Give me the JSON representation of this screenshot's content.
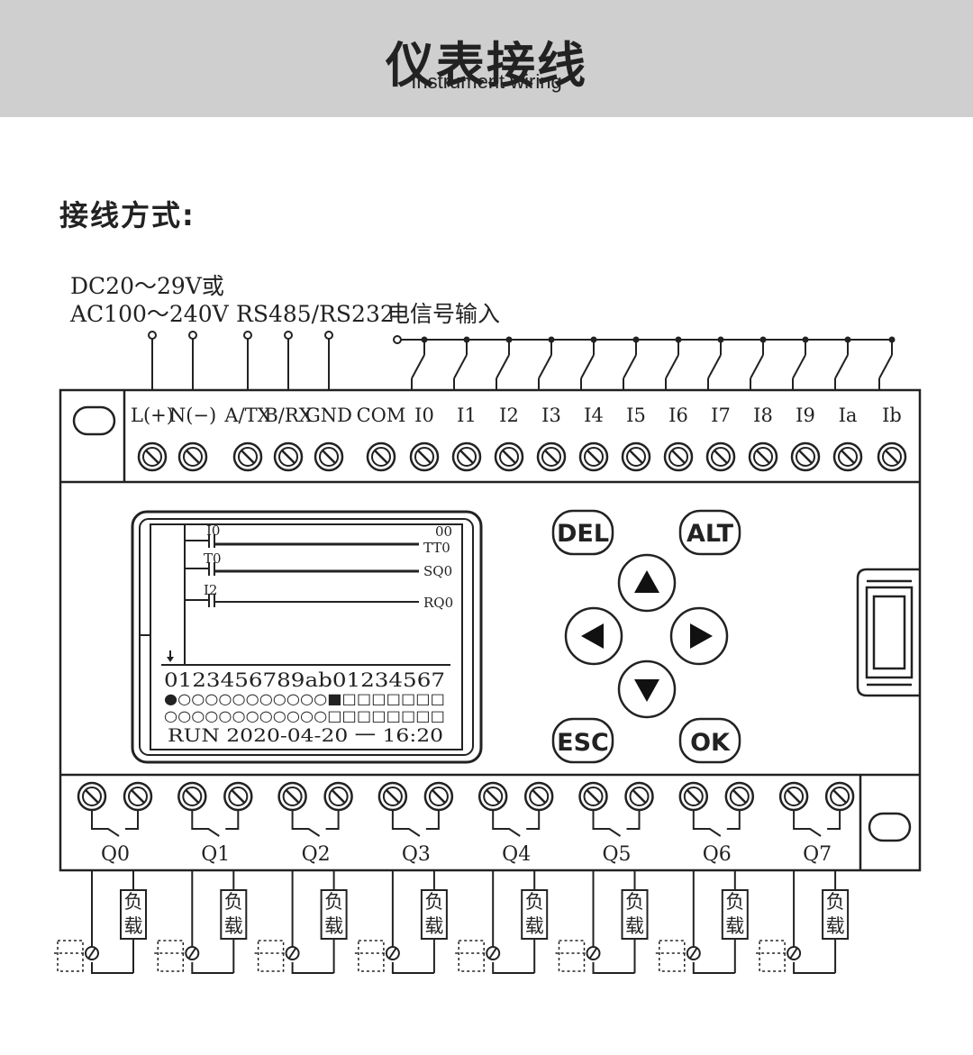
{
  "header": {
    "title": "仪表接线",
    "subtitle": "Instrument wiring"
  },
  "section_title": "接线方式:",
  "labels": {
    "power_line1": "DC20～29V或",
    "power_line2": "AC100～240V",
    "comm": "RS485/RS232",
    "signal_input": "电信号输入"
  },
  "top_terminals": [
    "L(+)",
    "N(−)",
    "A/TX",
    "B/RX",
    "GND",
    "COM",
    "I0",
    "I1",
    "I2",
    "I3",
    "I4",
    "I5",
    "I6",
    "I7",
    "I8",
    "I9",
    "Ia",
    "Ib"
  ],
  "lcd": {
    "rung1_contact": "I0",
    "rung1_out1": "00",
    "rung1_out2": "TT0",
    "rung2_contact": "T0",
    "rung2_out": "SQ0",
    "rung3_contact": "I2",
    "rung3_out": "RQ0",
    "index_row": "0123456789ab01234567",
    "row1": "●○○○○○○○○○○○■□□□□□□□",
    "row2": "○○○○○○○○○○○○□□□□□□□□",
    "status": "RUN  2020-04-20 一 16:20"
  },
  "keys": {
    "del": "DEL",
    "alt": "ALT",
    "esc": "ESC",
    "ok": "OK"
  },
  "outputs": [
    "Q0",
    "Q1",
    "Q2",
    "Q3",
    "Q4",
    "Q5",
    "Q6",
    "Q7"
  ],
  "load_label_top": "负",
  "load_label_bottom": "载"
}
